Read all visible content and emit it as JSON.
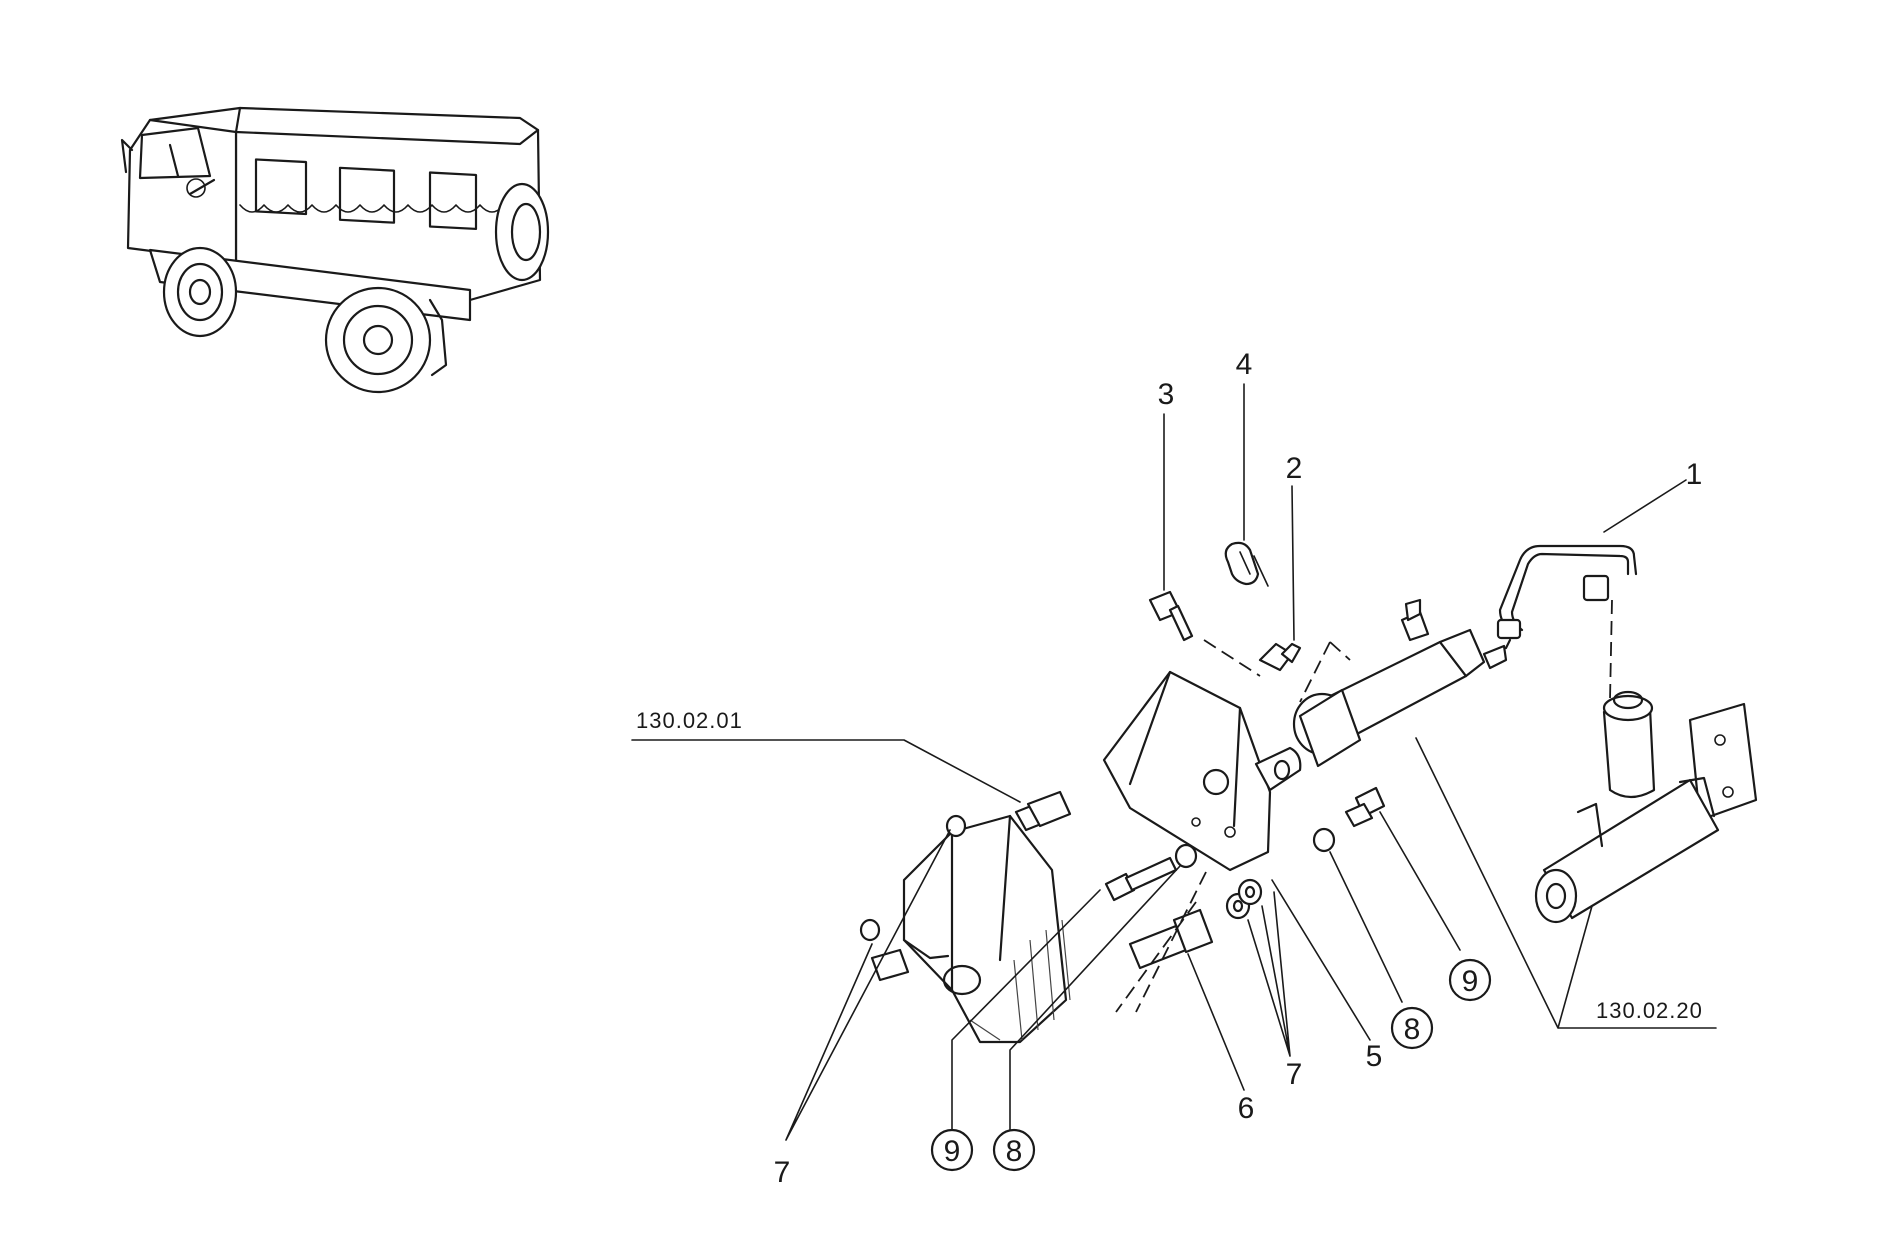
{
  "diagram": {
    "callouts": {
      "c1": "1",
      "c2": "2",
      "c3": "3",
      "c4": "4",
      "c5": "5",
      "c6": "6",
      "c7a": "7",
      "c7b": "7",
      "c8a": "8",
      "c8b": "8",
      "c9a": "9",
      "c9b": "9"
    },
    "references": {
      "left": "130.02.01",
      "right": "130.02.20"
    }
  }
}
